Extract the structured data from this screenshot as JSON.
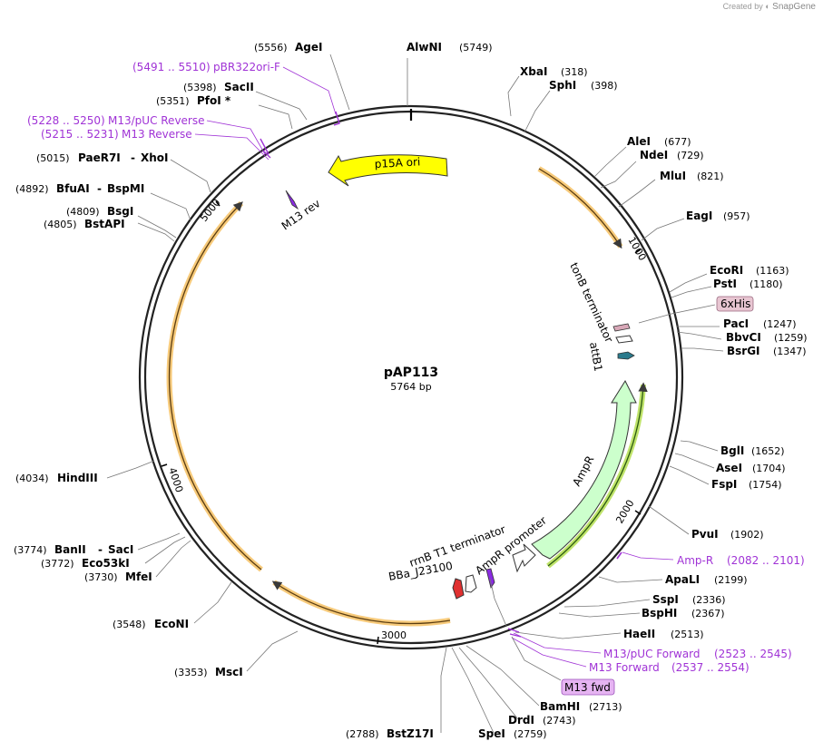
{
  "credit": {
    "prefix": "Created by",
    "brand": "SnapGene"
  },
  "plasmid": {
    "name": "pAP113",
    "length_label": "5764 bp",
    "length": 5764
  },
  "ticks": [
    "1000",
    "2000",
    "3000",
    "4000",
    "5000"
  ],
  "enzymes": [
    {
      "name": "AlwNI",
      "pos": "(5749)"
    },
    {
      "name": "AgeI",
      "pos": "(5556)"
    },
    {
      "name": "SacII",
      "pos": "(5398)"
    },
    {
      "name": "PfoI *",
      "pos": "(5351)"
    },
    {
      "name": "PaeR7I",
      "name2": "XhoI",
      "pos": "(5015)"
    },
    {
      "name": "BfuAI",
      "name2": "BspMI",
      "pos": "(4892)"
    },
    {
      "name": "BsgI",
      "pos": "(4809)"
    },
    {
      "name": "BstAPI",
      "pos": "(4805)"
    },
    {
      "name": "XbaI",
      "pos": "(318)"
    },
    {
      "name": "SphI",
      "pos": "(398)"
    },
    {
      "name": "AleI",
      "pos": "(677)"
    },
    {
      "name": "NdeI",
      "pos": "(729)"
    },
    {
      "name": "MluI",
      "pos": "(821)"
    },
    {
      "name": "EagI",
      "pos": "(957)"
    },
    {
      "name": "EcoRI",
      "pos": "(1163)"
    },
    {
      "name": "PstI",
      "pos": "(1180)"
    },
    {
      "name": "PacI",
      "pos": "(1247)"
    },
    {
      "name": "BbvCI",
      "pos": "(1259)"
    },
    {
      "name": "BsrGI",
      "pos": "(1347)"
    },
    {
      "name": "BglI",
      "pos": "(1652)"
    },
    {
      "name": "AseI",
      "pos": "(1704)"
    },
    {
      "name": "FspI",
      "pos": "(1754)"
    },
    {
      "name": "PvuI",
      "pos": "(1902)"
    },
    {
      "name": "ApaLI",
      "pos": "(2199)"
    },
    {
      "name": "SspI",
      "pos": "(2336)"
    },
    {
      "name": "BspHI",
      "pos": "(2367)"
    },
    {
      "name": "HaeII",
      "pos": "(2513)"
    },
    {
      "name": "BamHI",
      "pos": "(2713)"
    },
    {
      "name": "DrdI",
      "pos": "(2743)"
    },
    {
      "name": "SpeI",
      "pos": "(2759)"
    },
    {
      "name": "BstZ17I",
      "pos": "(2788)"
    },
    {
      "name": "MscI",
      "pos": "(3353)"
    },
    {
      "name": "EcoNI",
      "pos": "(3548)"
    },
    {
      "name": "BanII",
      "name2": "SacI",
      "pos": "(3774)"
    },
    {
      "name": "Eco53kI",
      "pos": "(3772)"
    },
    {
      "name": "MfeI",
      "pos": "(3730)"
    },
    {
      "name": "HindIII",
      "pos": "(4034)"
    }
  ],
  "primers": [
    {
      "name": "pBR322ori-F",
      "range": "(5491 .. 5510)"
    },
    {
      "name": "M13/pUC Reverse",
      "range": "(5228 .. 5250)"
    },
    {
      "name": "M13 Reverse",
      "range": "(5215 .. 5231)"
    },
    {
      "name": "Amp-R",
      "range": "(2082 .. 2101)"
    },
    {
      "name": "M13/pUC Forward",
      "range": "(2523 .. 2545)"
    },
    {
      "name": "M13 Forward",
      "range": "(2537 .. 2554)"
    }
  ],
  "features": {
    "p15a": "p15A ori",
    "m13rev": "M13 rev",
    "tonb": "tonB terminator",
    "attb1": "attB1",
    "his": "6xHis",
    "ampr": "AmpR",
    "ampr_promoter": "AmpR promoter",
    "rrnb": "rrnB T1 terminator",
    "bba": "BBa_J23100",
    "m13fwd": "M13 fwd"
  },
  "colors": {
    "p15a": "#ffff00",
    "ampr": "#ccffcc",
    "orf": "#f6c163",
    "m13": "#8a2be2",
    "promoter_red": "#e03030",
    "attb1": "#2a7a8c",
    "his": "#d8a8b8",
    "primer": "#a033d6"
  }
}
